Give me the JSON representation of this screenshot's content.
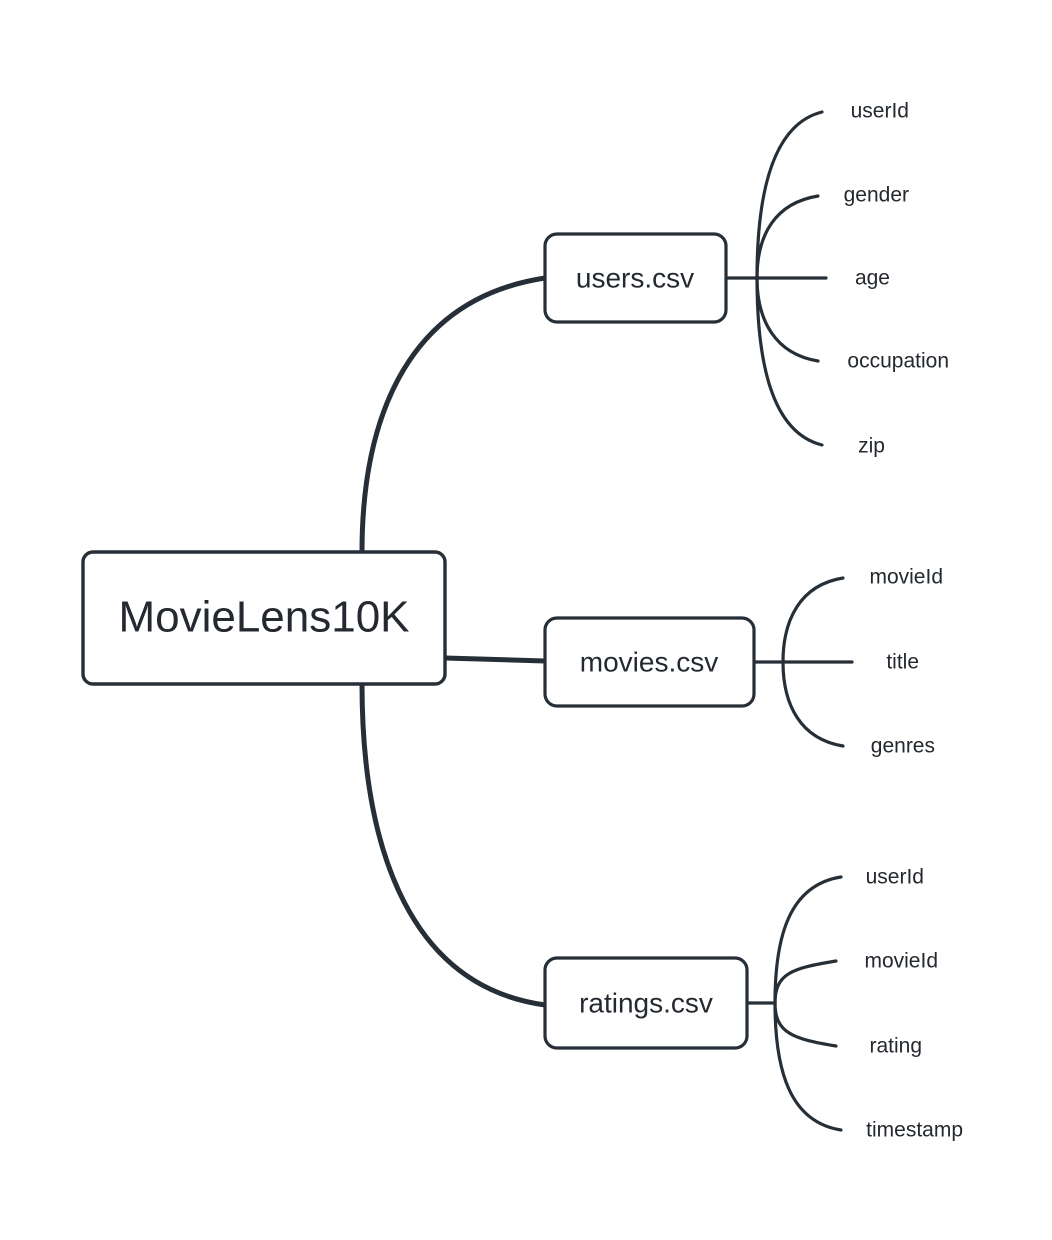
{
  "diagram": {
    "type": "mindmap",
    "title": "MovieLens10K dataset files mind map",
    "colors": {
      "stroke": "#262f37",
      "text": "#24292f",
      "background": "#ffffff",
      "node_fill": "#ffffff"
    },
    "root": {
      "label": "MovieLens10K"
    },
    "branches": [
      {
        "label": "users.csv",
        "leaves": [
          {
            "label": "userId"
          },
          {
            "label": "gender"
          },
          {
            "label": "age"
          },
          {
            "label": "occupation"
          },
          {
            "label": "zip"
          }
        ]
      },
      {
        "label": "movies.csv",
        "leaves": [
          {
            "label": "movieId"
          },
          {
            "label": "title"
          },
          {
            "label": "genres"
          }
        ]
      },
      {
        "label": "ratings.csv",
        "leaves": [
          {
            "label": "userId"
          },
          {
            "label": "movieId"
          },
          {
            "label": "rating"
          },
          {
            "label": "timestamp"
          }
        ]
      }
    ]
  }
}
